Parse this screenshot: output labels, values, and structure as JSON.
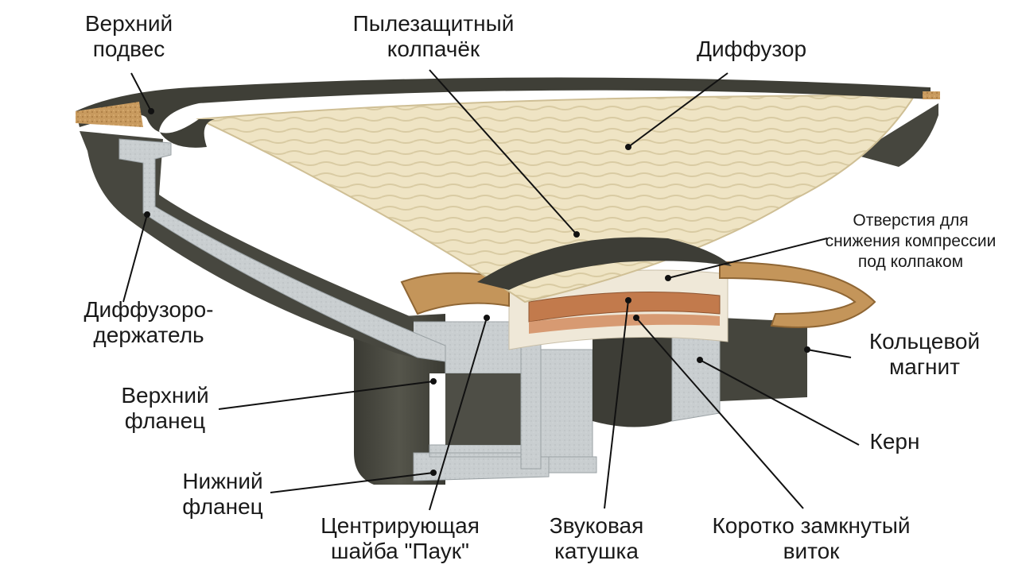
{
  "labels": {
    "upper_suspension": [
      "Верхний",
      "подвес"
    ],
    "dust_cap": [
      "Пылезащитный",
      "колпачёк"
    ],
    "cone": [
      "Диффузор"
    ],
    "vent_holes": [
      "Отверстия для",
      "снижения компрессии",
      "под колпаком"
    ],
    "basket": [
      "Диффузоро-",
      "держатель"
    ],
    "ring_magnet": [
      "Кольцевой",
      "магнит"
    ],
    "top_plate": [
      "Верхний",
      "фланец"
    ],
    "pole_piece": [
      "Керн"
    ],
    "bottom_plate": [
      "Нижний",
      "фланец"
    ],
    "spider": [
      "Центрирующая",
      "шайба \"Паук\""
    ],
    "voice_coil": [
      "Звуковая",
      "катушка"
    ],
    "shorting_ring": [
      "Коротко замкнутый",
      "виток"
    ]
  },
  "colors": {
    "cone": "#efe4c4",
    "surround": "#3f3f37",
    "basket": "#4a4a42",
    "steel_section": "#c9ced0",
    "cork": "#c89a5e",
    "copper": "#c27a4c",
    "spider": "#c4955a",
    "leader": "#111111"
  }
}
